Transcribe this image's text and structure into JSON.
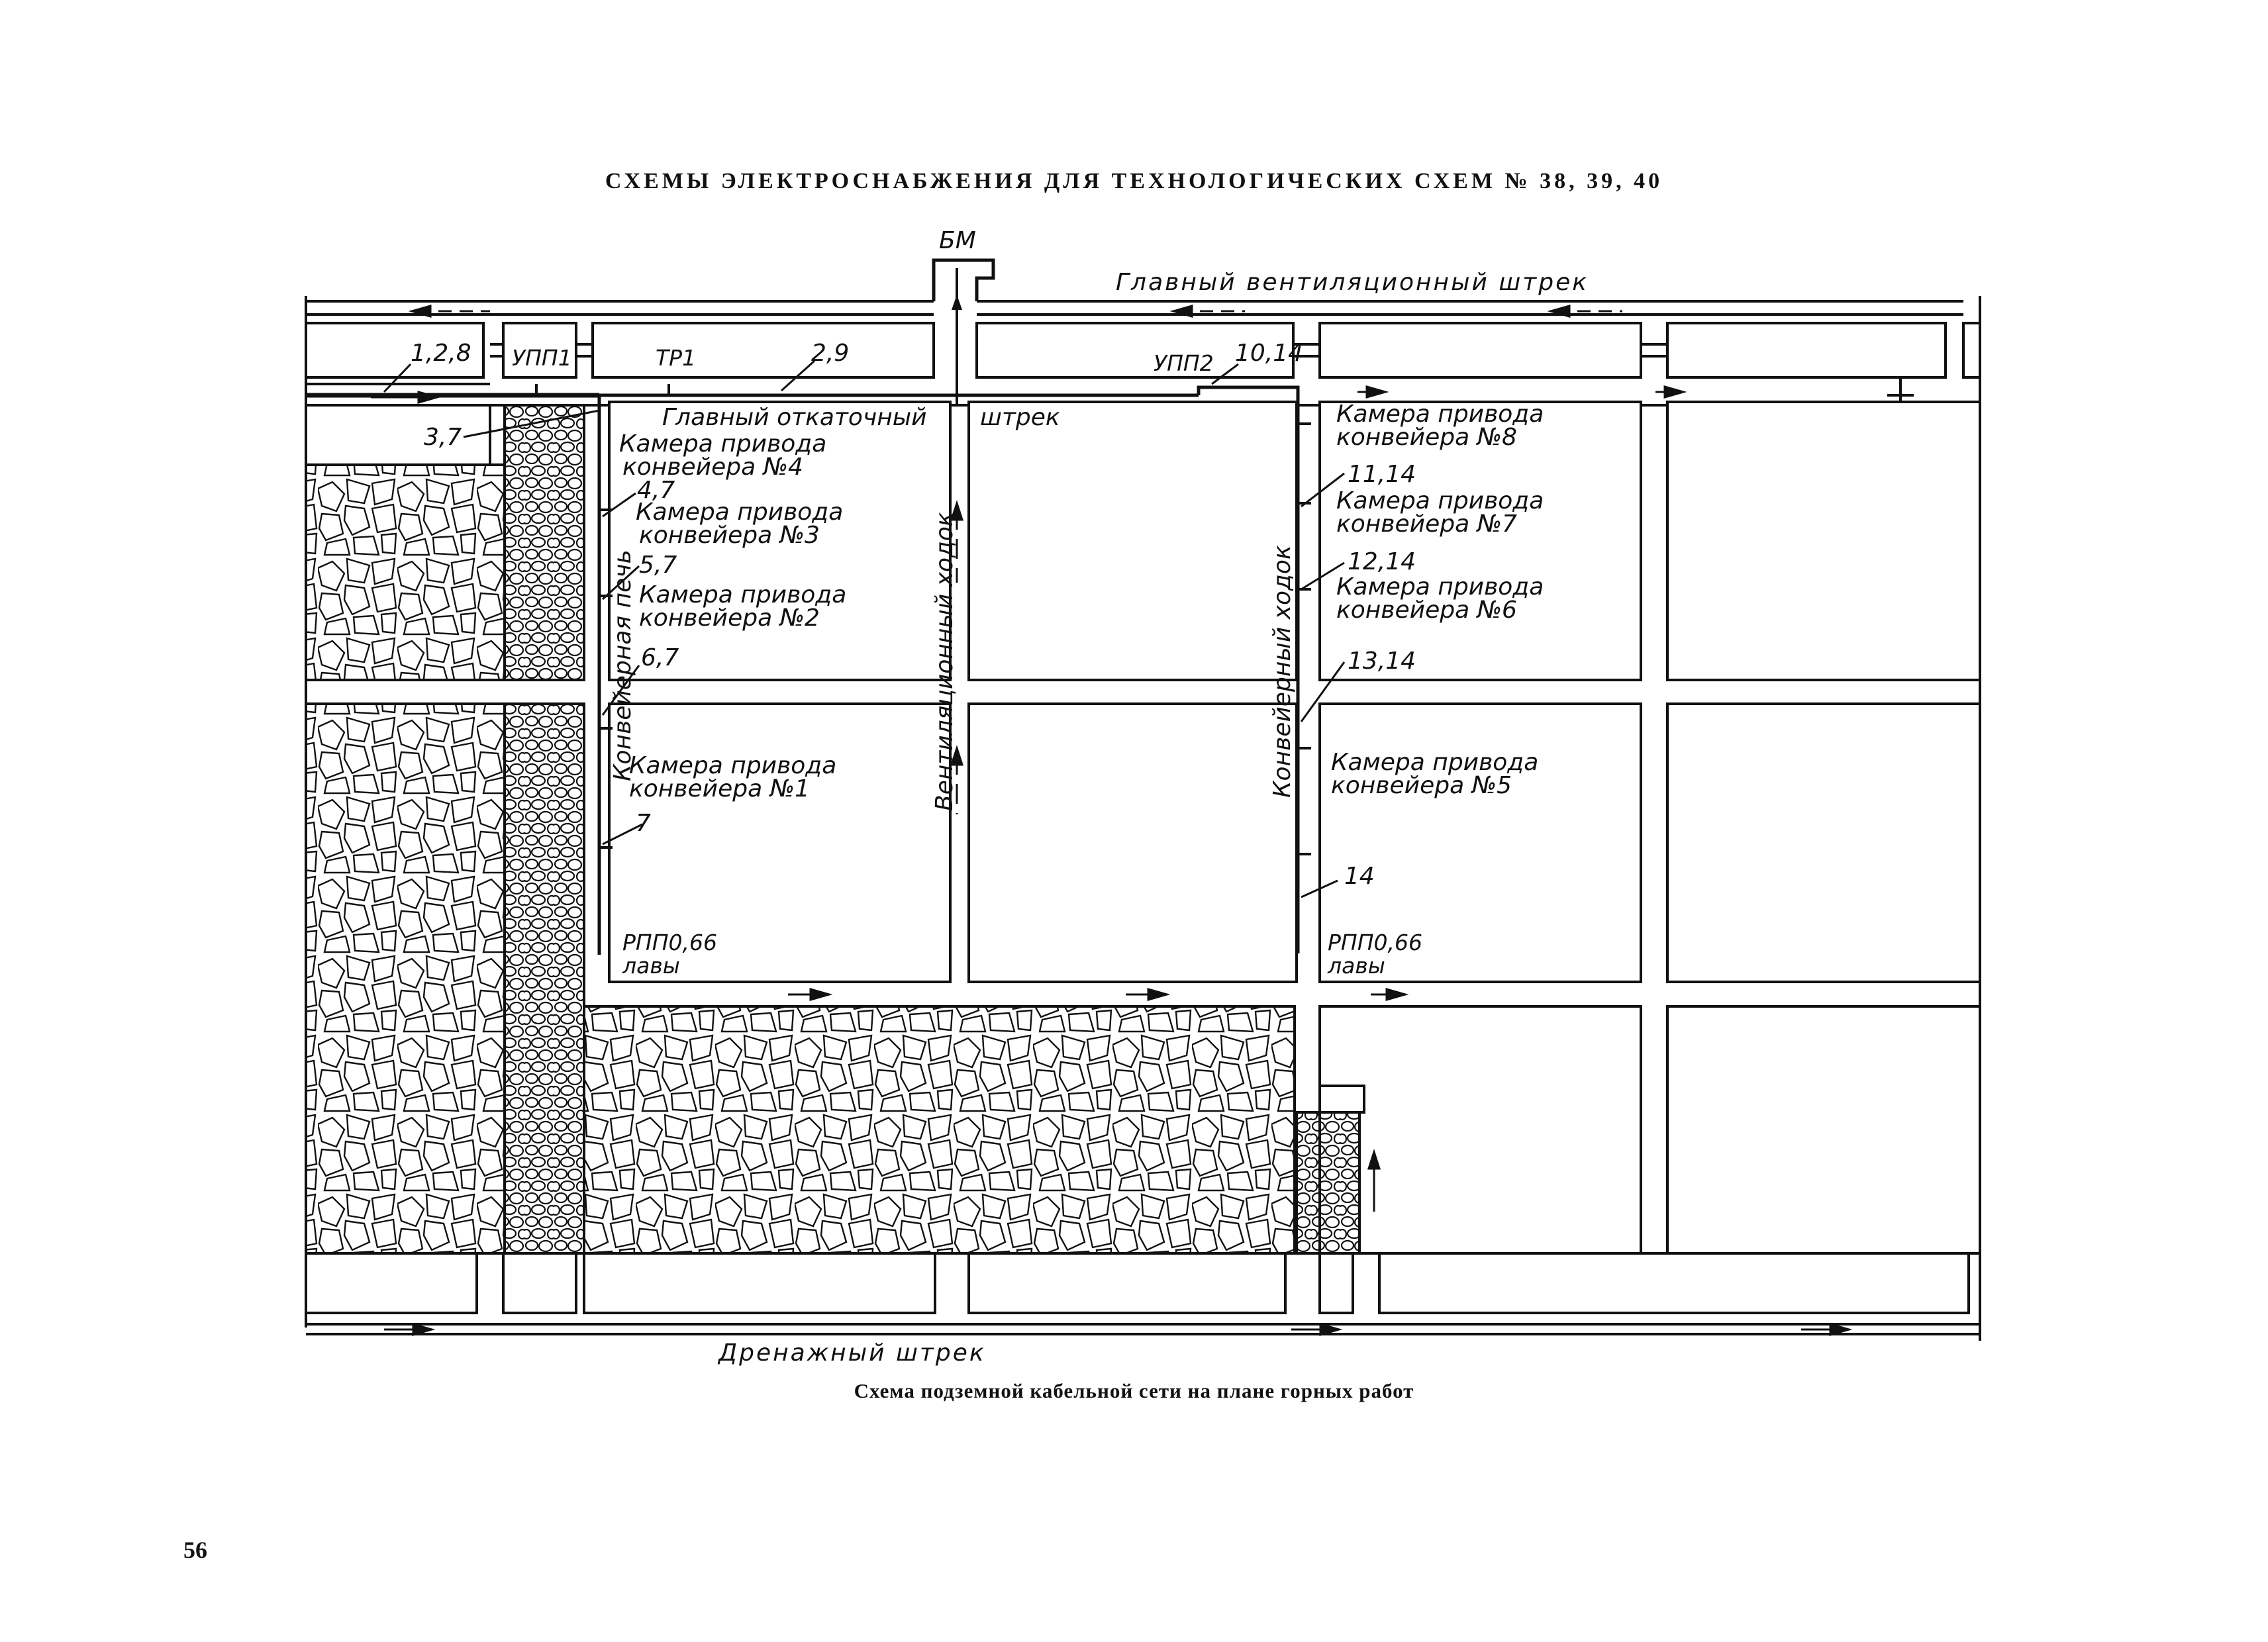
{
  "title": "СХЕМЫ ЭЛЕКТРОСНАБЖЕНИЯ ДЛЯ ТЕХНОЛОГИЧЕСКИХ СХЕМ № 38, 39, 40",
  "caption": "Схема подземной кабельной сети на плане горных работ",
  "page_number": "56",
  "labels": {
    "bm": "БМ",
    "main_vent_drift": "Главный вентиляционный штрек",
    "upp1": "УПП1",
    "upp2": "УПП2",
    "tr1": "ТР1",
    "cable_128": "1,2,8",
    "cable_29": "2,9",
    "cable_1014": "10,14",
    "cable_37": "3,7",
    "main_haulage": "Главный откаточный",
    "shtrek": "штрек",
    "cam4_a": "Камера привода",
    "cam4_b": "конвейера №4",
    "cam3_a": "Камера привода",
    "cam3_b": "конвейера №3",
    "cam2_a": "Камера привода",
    "cam2_b": "конвейера №2",
    "cam1_a": "Камера привода",
    "cam1_b": "конвейера №1",
    "cam8_a": "Камера привода",
    "cam8_b": "конвейера №8",
    "cam7_a": "Камера привода",
    "cam7_b": "конвейера №7",
    "cam6_a": "Камера привода",
    "cam6_b": "конвейера №6",
    "cam5_a": "Камера привода",
    "cam5_b": "конвейера №5",
    "cable_47": "4,7",
    "cable_57": "5,7",
    "cable_67": "6,7",
    "cable_7": "7",
    "cable_1114": "11,14",
    "cable_1214": "12,14",
    "cable_1314": "13,14",
    "cable_14": "14",
    "conv_pech": "Конвейерная печь",
    "vent_hodok": "Вентиляционный ходок",
    "conv_hodok": "Конвейерный ходок",
    "rpp_left_a": "РПП0,66",
    "rpp_left_b": "лавы",
    "rpp_right_a": "РПП0,66",
    "rpp_right_b": "лавы",
    "drain_drift": "Дренажный штрек"
  }
}
